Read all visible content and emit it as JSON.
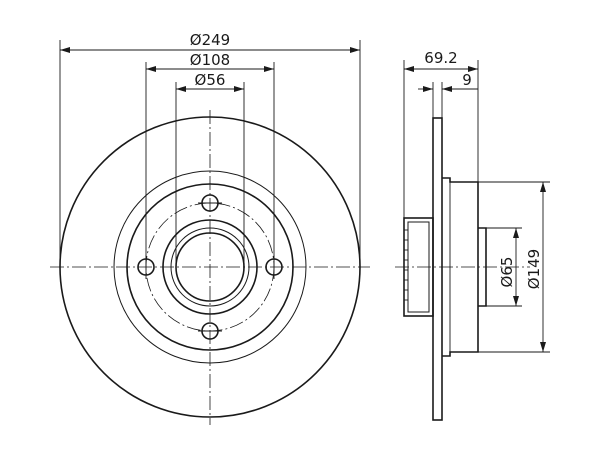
{
  "drawing": {
    "front_view": {
      "dims": {
        "outer_diameter": "Ø249",
        "bolt_circle": "Ø108",
        "center_bore": "Ø56"
      }
    },
    "side_view": {
      "dims": {
        "total_height": "69.2",
        "disc_thickness": "9",
        "inner_diameter": "Ø65",
        "hat_diameter": "Ø149"
      }
    }
  }
}
